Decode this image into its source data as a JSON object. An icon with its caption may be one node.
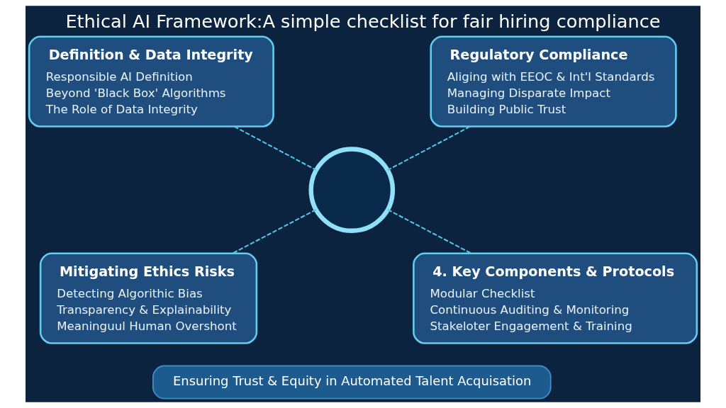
{
  "diagram": {
    "title": "Ethical AI Framework:A simple checklist for fair hiring compliance",
    "nodes": [
      {
        "text": [
          "Definition & Data Integrity",
          "Responsible AI Definition",
          "Beyond 'Black Box' Algorithms",
          "The Role of Data Integrity"
        ]
      },
      {
        "text": [
          "Regulatory Compliance",
          "Aliging with EEOC & Int'l Standards",
          "Managing Disparate Impact",
          "Building Public Trust"
        ]
      },
      {
        "text": [],
        "shape": "circle"
      },
      {
        "text": [
          "Mitigating Ethics Risks",
          "Detecting Algorithic Bias",
          "Transparency & Explainability",
          "Meaninguul Human Overshont"
        ]
      },
      {
        "text": [
          "4. Key Components & Protocols",
          "Modular Checklist",
          "Continuous Auditing & Monitoring",
          "Stakeloter Engagement & Training"
        ]
      },
      {
        "text": [
          "Ensuring Trust & Equity in Automated Talent Acquisation"
        ]
      }
    ],
    "edges": [
      {
        "from": 0,
        "to": 2,
        "arrow": "none",
        "style": "dashed"
      },
      {
        "from": 1,
        "to": 2,
        "arrow": "none",
        "style": "dashed"
      },
      {
        "from": 2,
        "to": 3,
        "arrow": "none",
        "style": "dashed"
      },
      {
        "from": 2,
        "to": 4,
        "arrow": "none",
        "style": "dashed"
      }
    ]
  }
}
